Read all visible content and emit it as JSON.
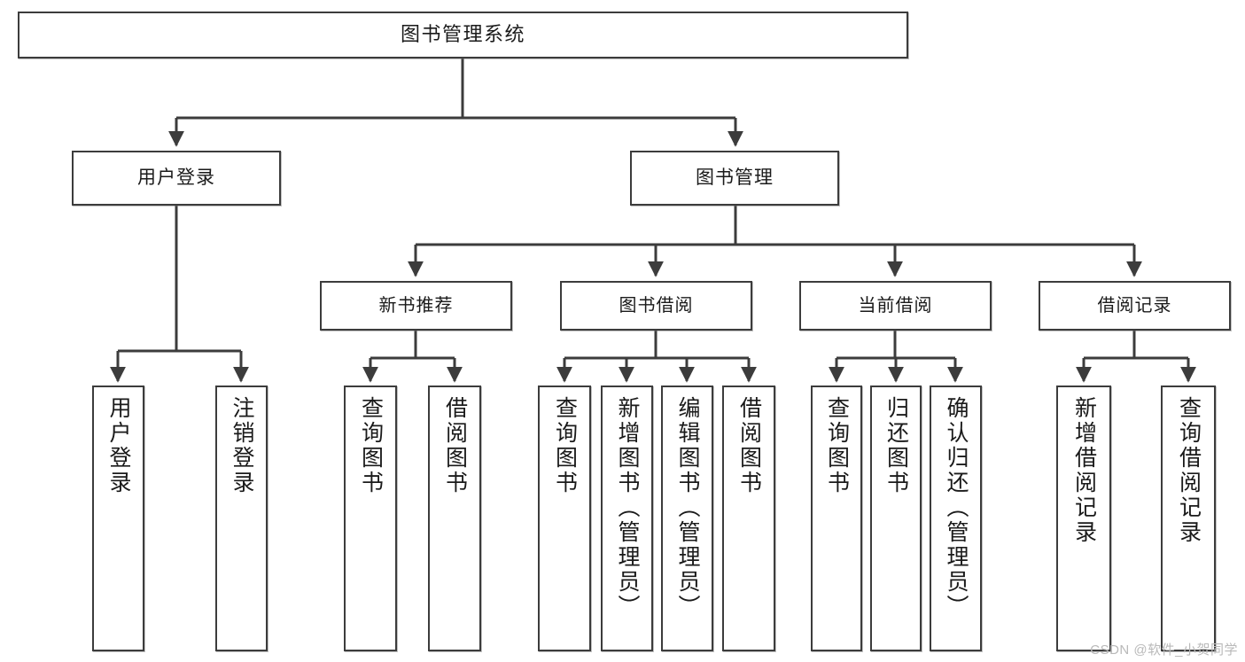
{
  "diagram": {
    "type": "tree",
    "title": "图书管理系统",
    "root": {
      "label": "图书管理系统"
    },
    "level2": [
      {
        "label": "用户登录"
      },
      {
        "label": "图书管理"
      }
    ],
    "level3": [
      {
        "label": "新书推荐"
      },
      {
        "label": "图书借阅"
      },
      {
        "label": "当前借阅"
      },
      {
        "label": "借阅记录"
      }
    ],
    "leaves": {
      "user_login": [
        {
          "label": "用户登录"
        },
        {
          "label": "注销登录"
        }
      ],
      "new_book_recommend": [
        {
          "label": "查询图书"
        },
        {
          "label": "借阅图书"
        }
      ],
      "book_borrow": [
        {
          "label": "查询图书"
        },
        {
          "label": "新增图书（管理员）"
        },
        {
          "label": "编辑图书（管理员）"
        },
        {
          "label": "借阅图书"
        }
      ],
      "current_borrow": [
        {
          "label": "查询图书"
        },
        {
          "label": "归还图书"
        },
        {
          "label": "确认归还（管理员）"
        }
      ],
      "borrow_record": [
        {
          "label": "新增借阅记录"
        },
        {
          "label": "查询借阅记录"
        }
      ]
    }
  },
  "watermark": {
    "text": "CSDN @软件_小贺同学"
  },
  "colors": {
    "stroke": "#3c3c3c",
    "background": "#ffffff",
    "text": "#1a1a1a",
    "watermark": "#b9b9b9"
  }
}
